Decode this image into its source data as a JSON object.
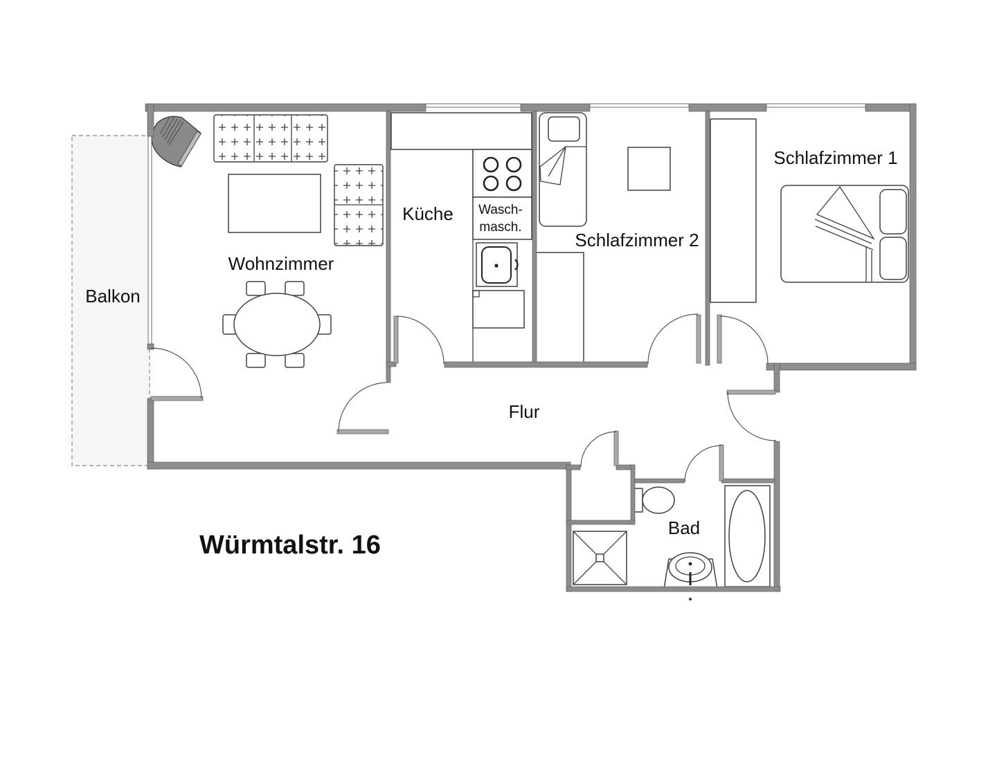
{
  "title": {
    "text": "Würmtalstr. 16"
  },
  "rooms": {
    "balkon": {
      "label": "Balkon"
    },
    "wohnzimmer": {
      "label": "Wohnzimmer"
    },
    "kueche": {
      "label": "Küche"
    },
    "schlafzimmer2": {
      "label": "Schlafzimmer 2"
    },
    "schlafzimmer1": {
      "label": "Schlafzimmer 1"
    },
    "flur": {
      "label": "Flur"
    },
    "bad": {
      "label": "Bad"
    }
  },
  "appliances": {
    "washing_machine": {
      "line1": "Wasch-",
      "line2": "masch."
    }
  },
  "colors": {
    "background": "#ffffff",
    "wall": "#8d8d8d",
    "wall_edge": "#5c5c5c",
    "line": "#3f3f3f",
    "balcony_fill": "#f6f6f6",
    "tv_body": "#8a8a8a",
    "tv_screen": "#bdbdbd",
    "text": "#111111"
  }
}
